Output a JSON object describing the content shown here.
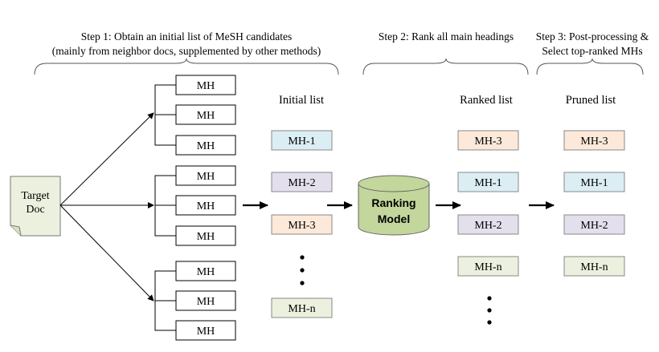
{
  "steps": {
    "step1_line1": "Step 1: Obtain an initial list of MeSH candidates",
    "step1_line2": "(mainly from neighbor docs, supplemented by other methods)",
    "step2": "Step 2: Rank all main headings",
    "step3_line1": "Step 3: Post-processing &",
    "step3_line2": "Select top-ranked MHs"
  },
  "target_doc": {
    "line1": "Target",
    "line2": "Doc"
  },
  "candidate_label": "MH",
  "lists": {
    "initial_title": "Initial list",
    "ranked_title": "Ranked list",
    "pruned_title": "Pruned list",
    "initial": [
      {
        "label": "MH-1",
        "color": "#dbeef3"
      },
      {
        "label": "MH-2",
        "color": "#e4dfec"
      },
      {
        "label": "MH-3",
        "color": "#fde9d9"
      },
      {
        "label": "MH-n",
        "color": "#ebf1de"
      }
    ],
    "ranked": [
      {
        "label": "MH-3",
        "color": "#fde9d9"
      },
      {
        "label": "MH-1",
        "color": "#dbeef3"
      },
      {
        "label": "MH-2",
        "color": "#e4dfec"
      },
      {
        "label": "MH-n",
        "color": "#ebf1de"
      }
    ],
    "pruned": [
      {
        "label": "MH-3",
        "color": "#fde9d9"
      },
      {
        "label": "MH-1",
        "color": "#dbeef3"
      },
      {
        "label": "MH-2",
        "color": "#e4dfec"
      },
      {
        "label": "MH-n",
        "color": "#ebf1de"
      }
    ]
  },
  "ranking_model": {
    "line1": "Ranking",
    "line2": "Model",
    "fill": "#c3d69b"
  },
  "colors": {
    "doc_fill": "#ebf1de",
    "stroke": "#000000",
    "brace": "#555555"
  }
}
